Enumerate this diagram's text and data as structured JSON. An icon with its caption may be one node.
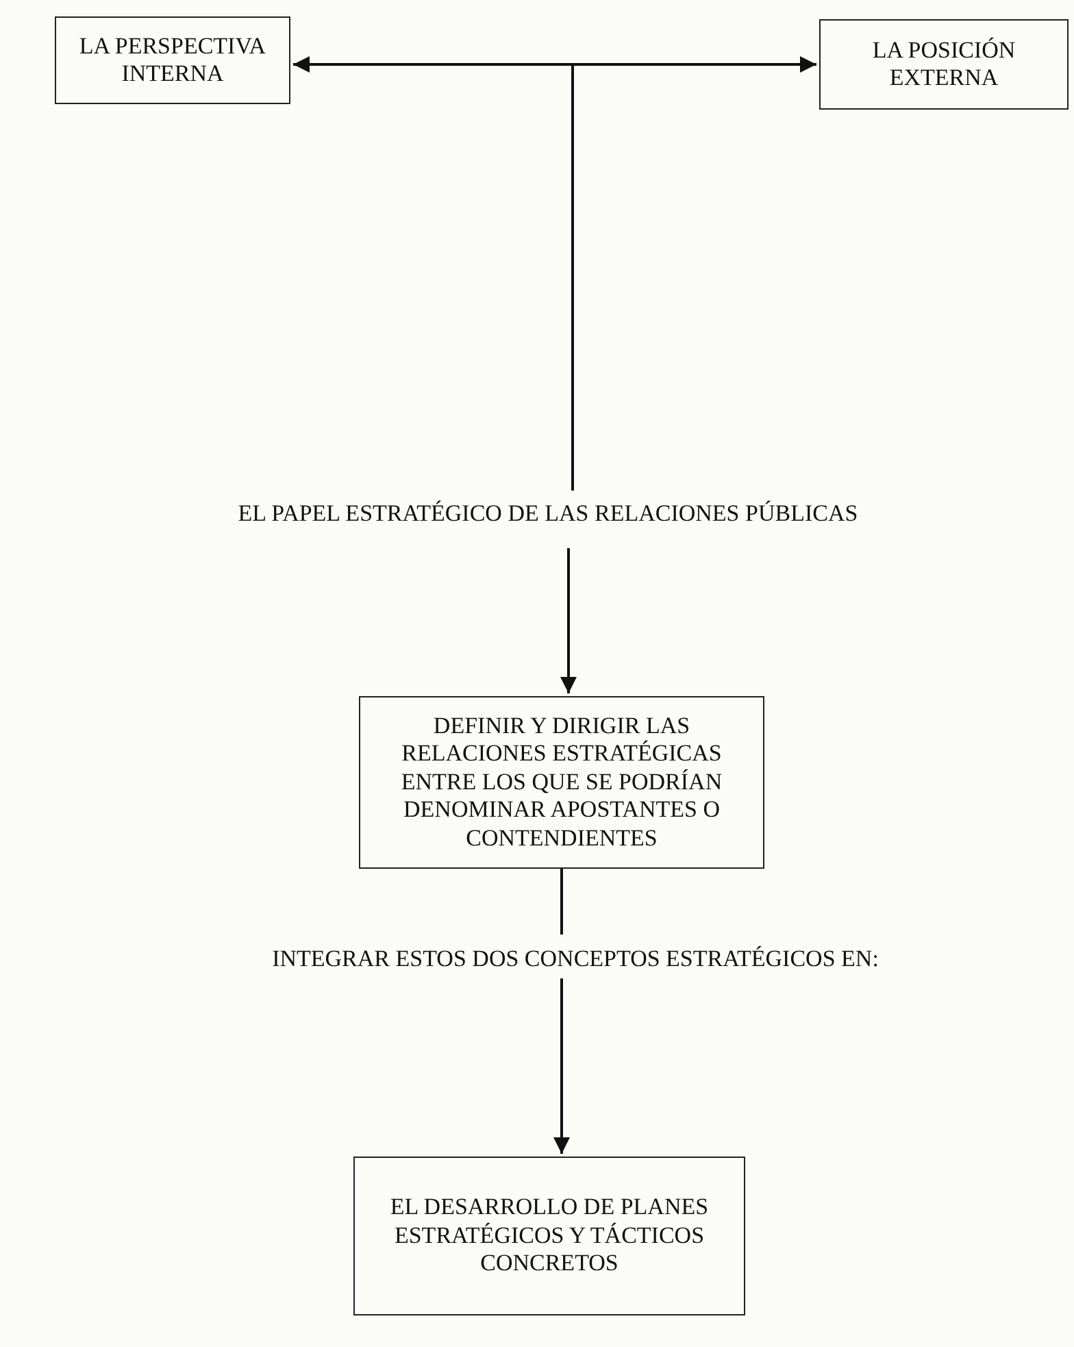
{
  "diagram": {
    "nodes": [
      {
        "text": [
          "LA PERSPECTIVA INTERNA"
        ]
      },
      {
        "text": [
          "LA POSICIÓN EXTERNA"
        ]
      },
      {
        "text": [
          "EL PAPEL ESTRATÉGICO DE LAS RELACIONES PÚBLICAS"
        ]
      },
      {
        "text": [
          "DEFINIR Y DIRIGIR LAS RELACIONES ESTRATÉGICAS ENTRE LOS QUE SE PODRÍAN DENOMINAR APOSTANTES O CONTENDIENTES"
        ]
      },
      {
        "text": [
          "INTEGRAR ESTOS DOS CONCEPTOS ESTRATÉGICOS EN:"
        ]
      },
      {
        "text": [
          "EL DESARROLLO DE PLANES ESTRATÉGICOS Y TÁCTICOS CONCRETOS"
        ]
      }
    ],
    "edges": [
      {
        "from": 2,
        "to": 0,
        "arrow": "to"
      },
      {
        "from": 2,
        "to": 1,
        "arrow": "to"
      },
      {
        "from": 2,
        "to": 3,
        "arrow": "to"
      },
      {
        "from": 3,
        "to": 4,
        "arrow": "none"
      },
      {
        "from": 4,
        "to": 5,
        "arrow": "to"
      }
    ]
  }
}
